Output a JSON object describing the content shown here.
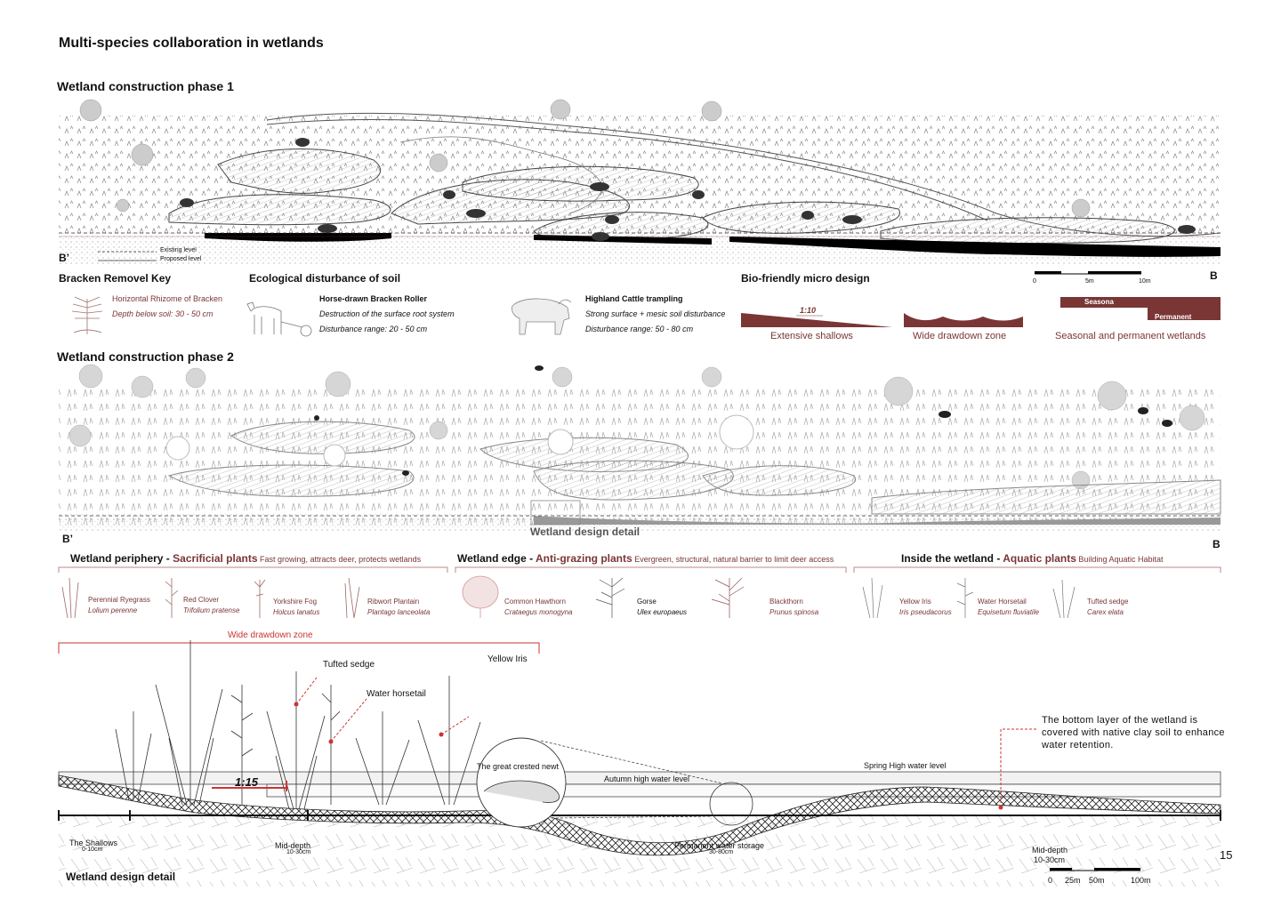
{
  "title": "Multi-species collaboration in wetlands",
  "phase1": {
    "heading": "Wetland construction phase 1",
    "legend_existing": "Existing level",
    "legend_proposed": "Proposed level",
    "left_mark": "B’",
    "right_mark": "B",
    "scale": {
      "t0": "0",
      "t1": "5m",
      "t2": "10m"
    }
  },
  "bracken": {
    "heading": "Bracken Removel Key",
    "name": "Horizontal Rhizome of Bracken",
    "depth": "Depth below soil: 30 - 50 cm"
  },
  "disturbance": {
    "heading": "Ecological disturbance of soil",
    "roller_title": "Horse-drawn Bracken Roller",
    "roller_desc": "Destruction of the surface root system",
    "roller_range": "Disturbance range: 20 - 50 cm",
    "cattle_title": "Highland Cattle trampling",
    "cattle_desc": "Strong surface + mesic soil disturbance",
    "cattle_range": "Disturbance range: 50 - 80 cm"
  },
  "micro": {
    "heading": "Bio-friendly micro design",
    "ratio": "1:10",
    "shallows": "Extensive shallows",
    "drawdown": "Wide drawdown zone",
    "seasonal_label": "Seasona",
    "permanent_label": "Permanent",
    "seasonal": "Seasonal and permanent wetlands"
  },
  "phase2": {
    "heading": "Wetland construction phase 2",
    "detail_label": "Wetland design detail",
    "left_mark": "B’",
    "right_mark": "B"
  },
  "plants": {
    "periphery": {
      "title": "Wetland periphery - ",
      "accent": "Sacrificial plants",
      "desc": " Fast growing, attracts deer, protects wetlands"
    },
    "edge": {
      "title": "Wetland edge - ",
      "accent": "Anti-grazing plants",
      "desc": " Evergreen, structural, natural barrier to limit deer access"
    },
    "inside": {
      "title": "Inside the wetland - ",
      "accent": "Aquatic plants",
      "desc": " Building Aquatic Habitat"
    },
    "items": [
      {
        "name": "Perennial Ryegrass",
        "latin": "Lolium perenne"
      },
      {
        "name": "Red Clover",
        "latin": "Trifolium pratense"
      },
      {
        "name": "Yorkshire Fog",
        "latin": "Holcus lanatus"
      },
      {
        "name": "Ribwort Plantain",
        "latin": "Plantago lanceolata"
      },
      {
        "name": "Common Hawthorn",
        "latin": "Crataegus monogyna"
      },
      {
        "name": "Gorse",
        "latin": "Ulex europaeus"
      },
      {
        "name": "Blackthorn",
        "latin": "Prunus spinosa"
      },
      {
        "name": "Yellow Iris",
        "latin": "Iris pseudacorus"
      },
      {
        "name": "Water Horsetail",
        "latin": "Equisetum fluviatile"
      },
      {
        "name": "Tufted sedge",
        "latin": "Carex elata"
      }
    ]
  },
  "detail": {
    "drawdown": "Wide drawdown zone",
    "tufted": "Tufted sedge",
    "iris": "Yellow Iris",
    "horsetail": "Water horsetail",
    "ratio": "1:15",
    "newt": "The great crested newt",
    "autumn": "Autumn high water level",
    "spring": "Spring High water level",
    "note": "The bottom layer of the wetland is covered with native clay soil to enhance water retention.",
    "shallows": "The Shallows",
    "shallows_depth": "0-10cm",
    "mid1": "Mid-depth",
    "mid1_depth": "10-30cm",
    "permanent": "Permanent water storage",
    "permanent_depth": "30-80cm",
    "mid2": "Mid-depth",
    "mid2_depth": "10-30cm",
    "footer": "Wetland design detail",
    "scale": {
      "t0": "0",
      "t1": "25m",
      "t2": "50m",
      "t3": "100m"
    },
    "page": "15"
  }
}
